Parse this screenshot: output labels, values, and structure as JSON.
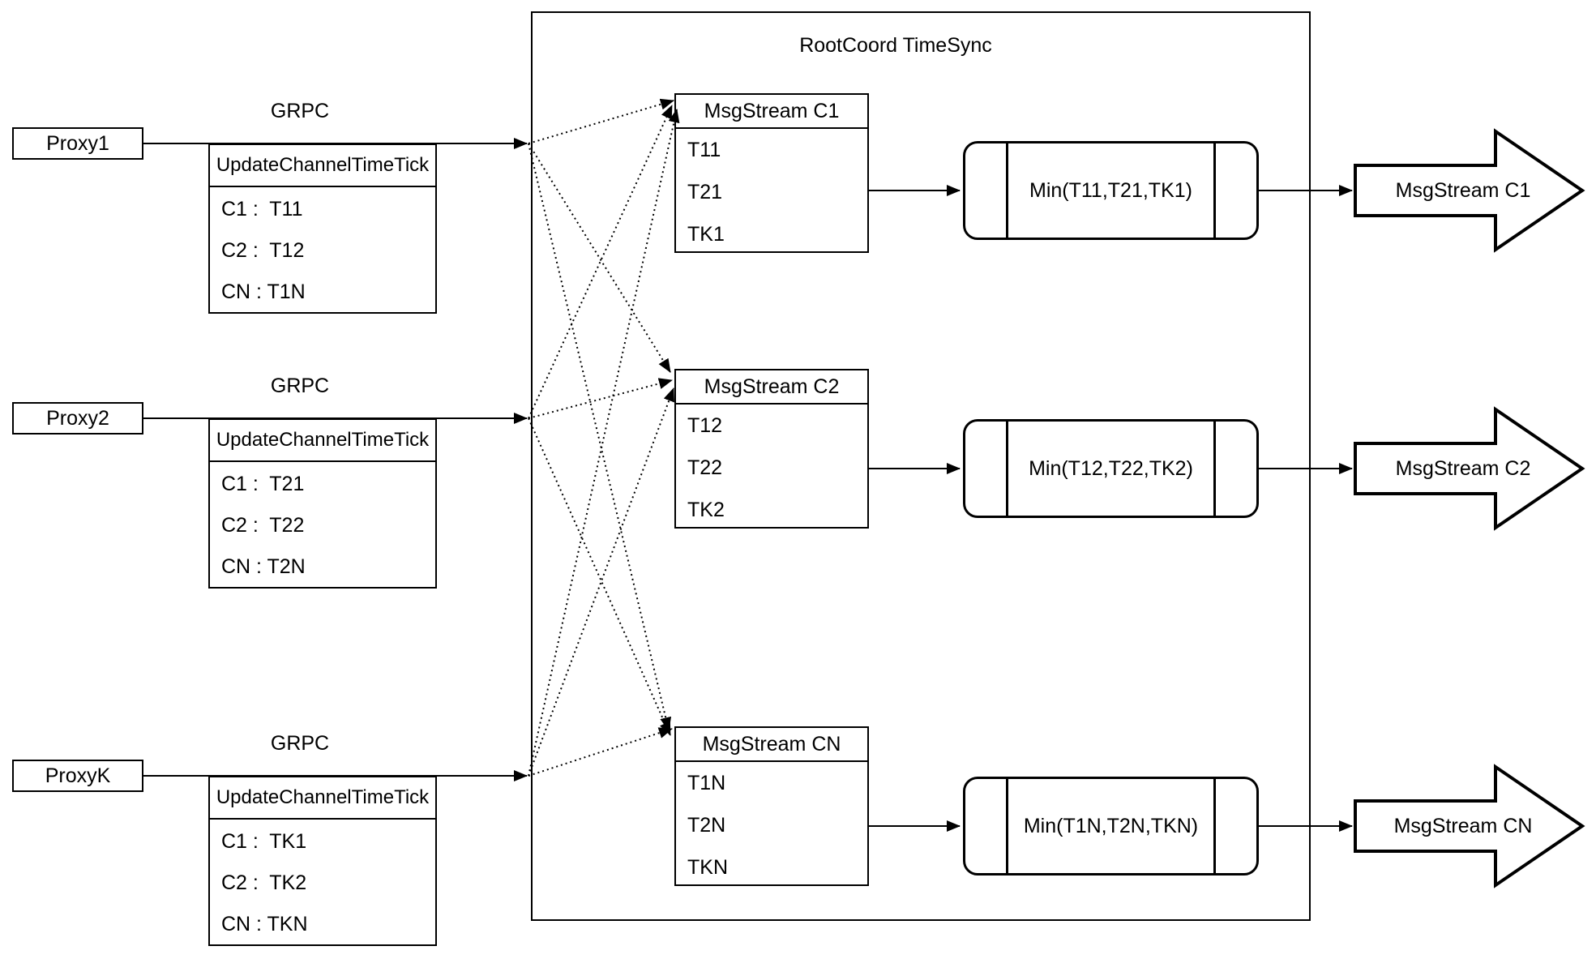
{
  "diagram": {
    "title": "RootCoord TimeSync",
    "grpc_label": "GRPC",
    "colors": {
      "stroke": "#000000",
      "background": "#ffffff"
    },
    "rows": [
      {
        "proxy_label": "Proxy1",
        "table": {
          "header": "UpdateChannelTimeTick",
          "rows": [
            "C1 :  T11",
            "C2 :  T12",
            "CN : T1N"
          ]
        },
        "msgstream": {
          "header": "MsgStream C1",
          "rows": [
            "T11",
            "T21",
            "TK1"
          ]
        },
        "min_label": "Min(T11,T21,TK1)",
        "output_label": "MsgStream C1"
      },
      {
        "proxy_label": "Proxy2",
        "table": {
          "header": "UpdateChannelTimeTick",
          "rows": [
            "C1 :  T21",
            "C2 :  T22",
            "CN : T2N"
          ]
        },
        "msgstream": {
          "header": "MsgStream C2",
          "rows": [
            "T12",
            "T22",
            "TK2"
          ]
        },
        "min_label": "Min(T12,T22,TK2)",
        "output_label": "MsgStream C2"
      },
      {
        "proxy_label": "ProxyK",
        "table": {
          "header": "UpdateChannelTimeTick",
          "rows": [
            "C1 :  TK1",
            "C2 :  TK2",
            "CN : TKN"
          ]
        },
        "msgstream": {
          "header": "MsgStream CN",
          "rows": [
            "T1N",
            "T2N",
            "TKN"
          ]
        },
        "min_label": "Min(T1N,T2N,TKN)",
        "output_label": "MsgStream CN"
      }
    ]
  }
}
